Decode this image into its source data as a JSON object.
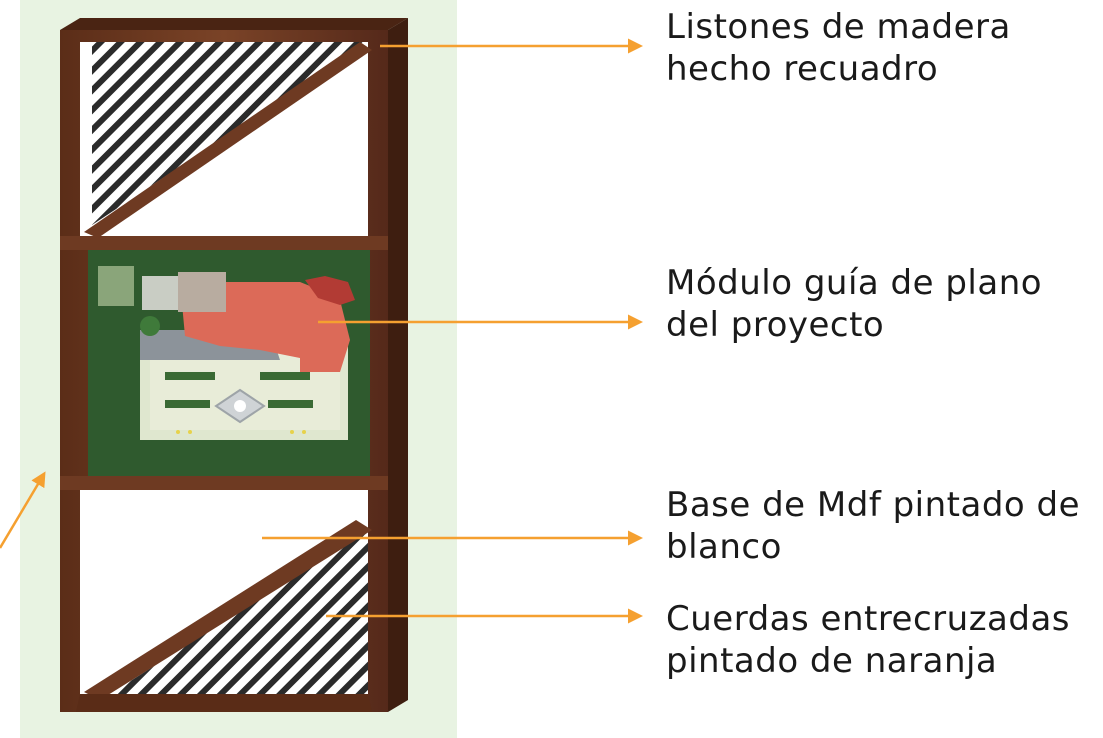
{
  "colors": {
    "background_panel": "#e8f3e2",
    "wood": "#6e3a22",
    "wood_dark": "#4a2413",
    "arrow": "#f5a030",
    "hatch": "#2b2b2b",
    "plan_grass": "#2f5a2e",
    "plan_roof": "#dc6a58",
    "text": "#1a1a1a"
  },
  "annotations": [
    {
      "id": "wood-slats",
      "lines": [
        "Listones de madera",
        "hecho recuadro"
      ]
    },
    {
      "id": "plan-module",
      "lines": [
        "Módulo guía de plano",
        "del proyecto"
      ]
    },
    {
      "id": "mdf-base",
      "lines": [
        "Base de Mdf pintado de",
        "blanco"
      ]
    },
    {
      "id": "crossed-ropes",
      "lines": [
        "Cuerdas entrecruzadas",
        "pintado de naranja"
      ]
    }
  ]
}
